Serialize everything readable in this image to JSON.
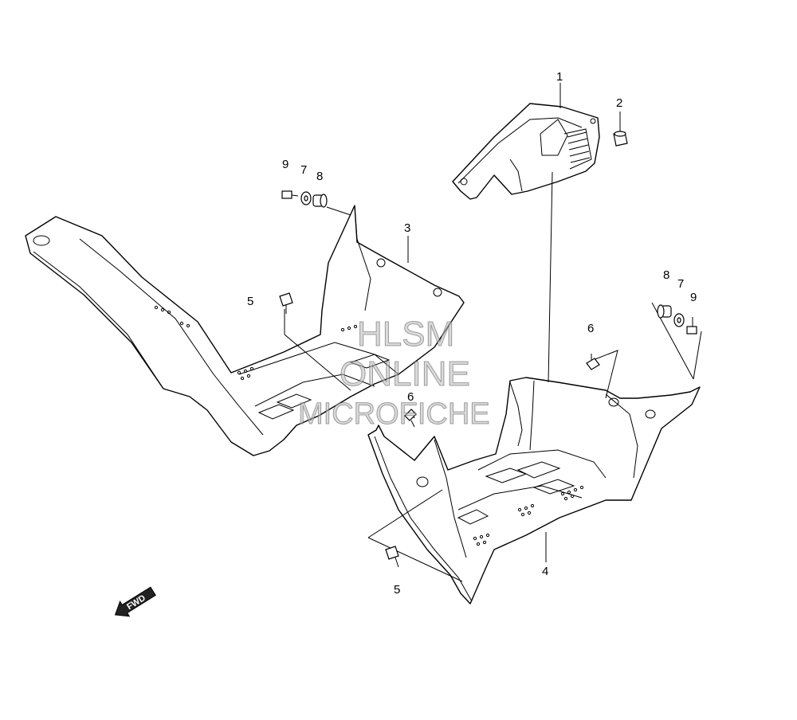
{
  "callouts": {
    "c1": "1",
    "c2": "2",
    "c3": "3",
    "c4": "4",
    "c5a": "5",
    "c5b": "5",
    "c6a": "6",
    "c6b": "6",
    "c7a": "7",
    "c7b": "7",
    "c8a": "8",
    "c8b": "8",
    "c9a": "9",
    "c9b": "9"
  },
  "watermark": {
    "line1": "HLSM",
    "line2": "ONLINE",
    "line3": "MICROFICHE"
  },
  "direction_arrow": {
    "label": "FWD"
  }
}
